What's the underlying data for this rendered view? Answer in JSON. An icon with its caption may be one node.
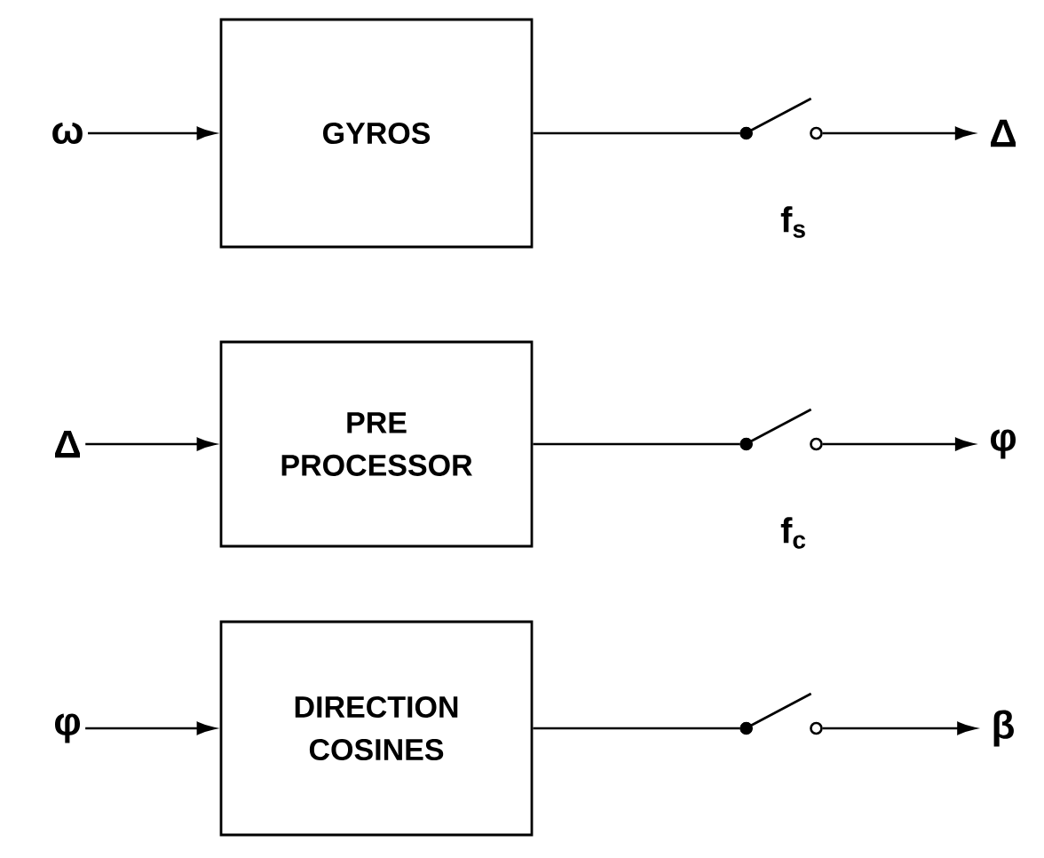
{
  "diagram": {
    "nodes": [
      {
        "text": [
          "ω"
        ]
      },
      {
        "text": [
          "GYROS"
        ]
      },
      {
        "text": [],
        "shape": "switch",
        "beside": [
          "f$_{s}$"
        ]
      },
      {
        "text": [
          "Δ"
        ]
      },
      {
        "text": [
          "Δ"
        ]
      },
      {
        "text": [
          "PRE PROCESSOR"
        ]
      },
      {
        "text": [],
        "shape": "switch",
        "beside": [
          "f$_{c}$"
        ]
      },
      {
        "text": [
          "φ"
        ]
      },
      {
        "text": [
          "φ"
        ]
      },
      {
        "text": [
          "DIRECTION COSINES"
        ]
      },
      {
        "text": [],
        "shape": "switch"
      },
      {
        "text": [
          "β"
        ]
      }
    ],
    "edges": [
      {
        "from": 0,
        "to": 1,
        "arrow": "to"
      },
      {
        "from": 1,
        "to": 2,
        "arrow": "none"
      },
      {
        "from": 2,
        "to": 3,
        "arrow": "to"
      },
      {
        "from": 4,
        "to": 5,
        "arrow": "to"
      },
      {
        "from": 5,
        "to": 6,
        "arrow": "none"
      },
      {
        "from": 6,
        "to": 7,
        "arrow": "to"
      },
      {
        "from": 8,
        "to": 9,
        "arrow": "to"
      },
      {
        "from": 9,
        "to": 10,
        "arrow": "none"
      },
      {
        "from": 10,
        "to": 11,
        "arrow": "to"
      }
    ]
  }
}
